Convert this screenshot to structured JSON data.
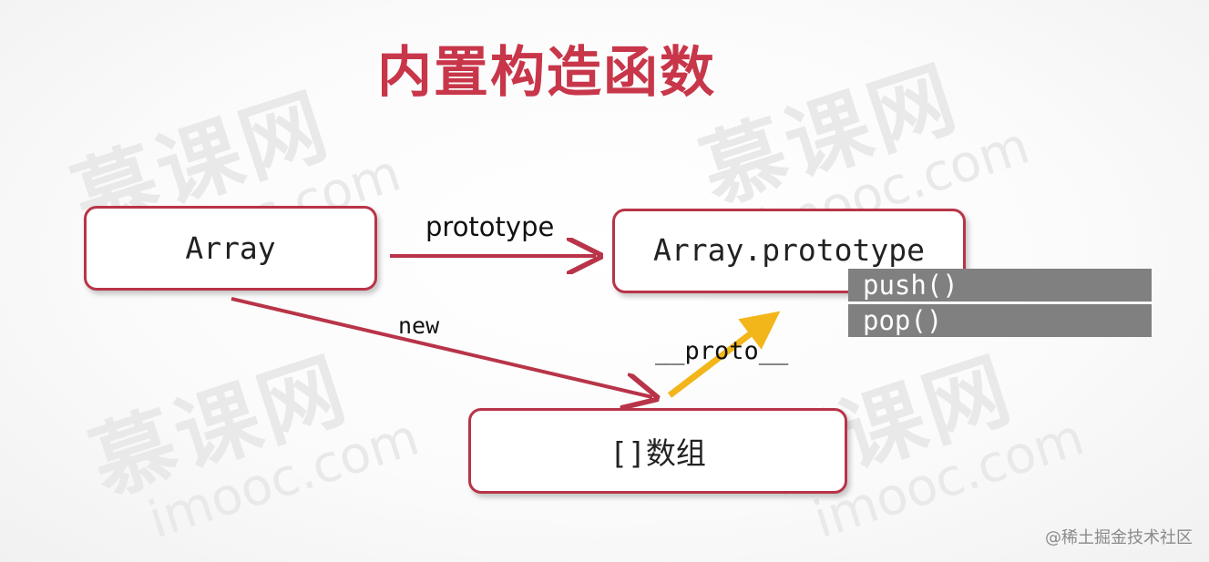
{
  "title": "内置构造函数",
  "nodes": {
    "array": "Array",
    "array_prototype": "Array.prototype",
    "instance": "[]数组"
  },
  "methods": [
    "push()",
    "pop()"
  ],
  "edges": {
    "prototype": "prototype",
    "new": "new",
    "proto": "__proto__"
  },
  "watermark": {
    "cn": "慕课网",
    "en": "imooc.com"
  },
  "credit": "@稀土掘金技术社区",
  "colors": {
    "accent": "#c8364a",
    "border": "#b83448",
    "proto_arrow": "#f2b61b",
    "method_bg": "#808080"
  }
}
